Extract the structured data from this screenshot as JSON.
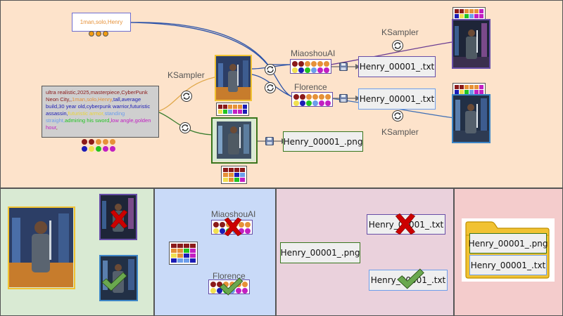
{
  "colors": {
    "top_panel": "#fde3cb",
    "panel1": "#d9ead3",
    "panel2": "#c9daf8",
    "panel3": "#ead1dc",
    "panel4": "#f4cccc"
  },
  "top": {
    "trigger_text": "1man,solo,Henry",
    "prompt_segments": [
      {
        "text": "ultra realistic,2025,masterpiece,",
        "color": "#8b1a1a"
      },
      {
        "text": "CyberPunk Neon City,",
        "color": "#8b1a1a"
      },
      {
        "text": ",",
        "color": "#8b1a1a"
      },
      {
        "text": "1man,solo,Henry",
        "color": "#e69138"
      },
      {
        "text": ",tall,average build,30 year old,cyberpunk warrior,futuristic assassin,",
        "color": "#1c1cb5"
      },
      {
        "text": "futuristic armor,",
        "color": "#f1e050"
      },
      {
        "text": "standing straight,",
        "color": "#6d9eeb"
      },
      {
        "text": "admiring his sword",
        "color": "#22c322"
      },
      {
        "text": ",",
        "color": "#8b1a1a"
      },
      {
        "text": "low angle,",
        "color": "#c21fc2"
      },
      {
        "text": "golden hour",
        "color": "#c21fc2"
      },
      {
        "text": ",",
        "color": "#8b1a1a"
      }
    ],
    "ksampler_label_left": "KSampler",
    "ksampler_label_top": "KSampler",
    "ksampler_label_bottom": "KSampler",
    "miaoshou_label": "MiaoshouAI",
    "florence_label": "Florence",
    "file_txt_1": "Henry_00001_.txt",
    "file_txt_2": "Henry_00001_.txt",
    "file_png": "Henry_00001_.png"
  },
  "bottom": {
    "miaoshou_label": "MiaoshouAI",
    "florence_label": "Florence",
    "file_png": "Henry_00001_.png",
    "file_txt_rejected": "Henry_00001_.txt",
    "file_txt_accepted": "Henry_00001_.txt",
    "folder_png": "Henry_00001_.png",
    "folder_txt": "Henry_00001_.txt"
  },
  "icons": {
    "sampler": "refresh-cycle-icon",
    "save": "floppy-disk-icon",
    "reject": "red-x-icon",
    "accept": "green-check-icon",
    "folder": "folder-icon"
  }
}
